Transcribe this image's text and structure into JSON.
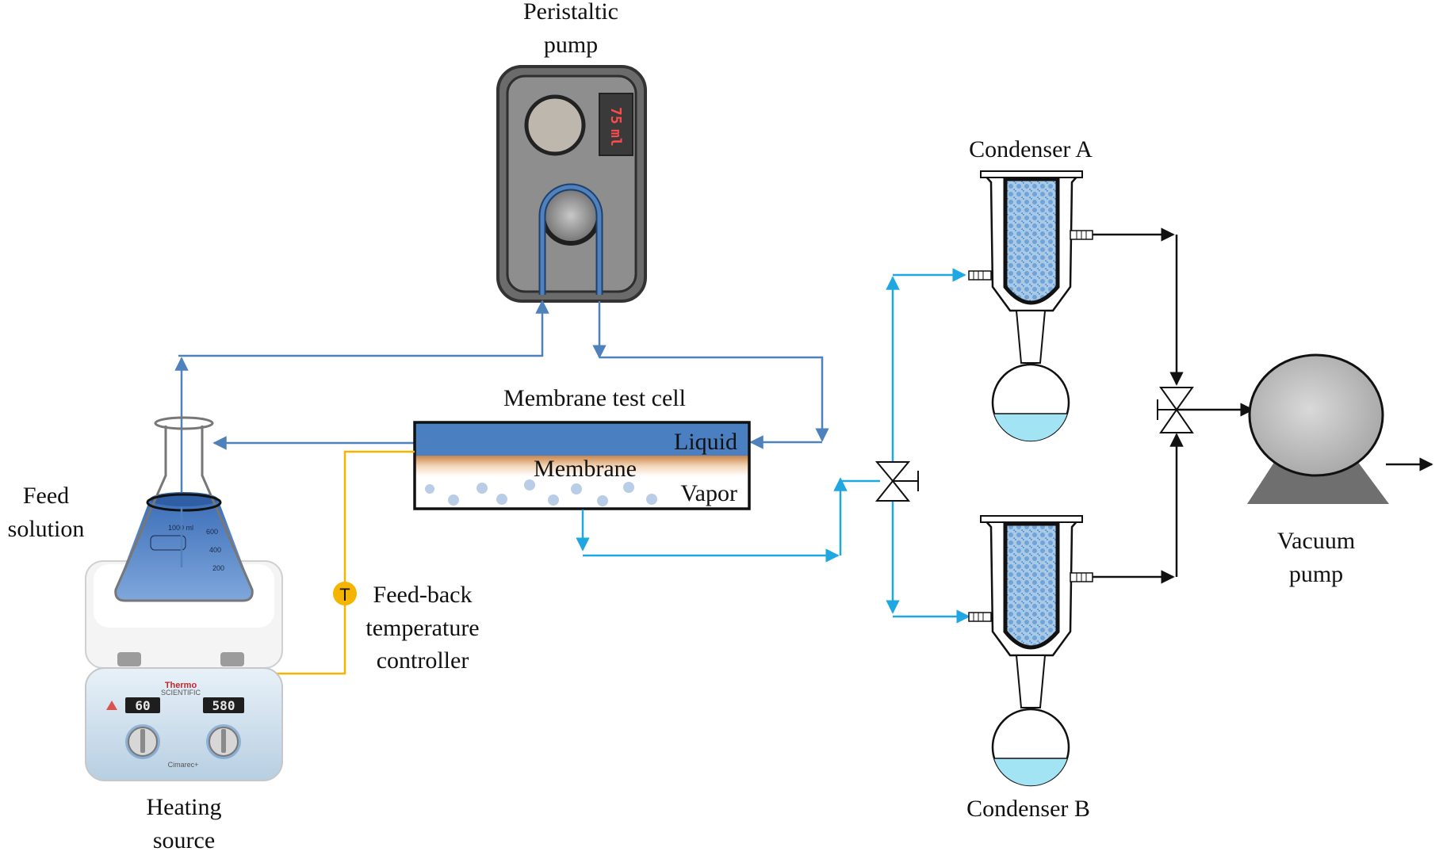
{
  "labels": {
    "peristaltic_pump": [
      "Peristaltic",
      "pump"
    ],
    "membrane_test_cell": "Membrane  test cell",
    "liquid": "Liquid",
    "membrane": "Membrane",
    "vapor": "Vapor",
    "feed_solution": [
      "Feed",
      "solution"
    ],
    "heating_source": [
      "Heating",
      "source"
    ],
    "temperature_controller": [
      "Feed-back",
      "temperature",
      "controller"
    ],
    "temperature_symbol": "T",
    "condenser_a": "Condenser  A",
    "condenser_b": "Condenser  B",
    "vacuum_pump": [
      "Vacuum",
      "pump"
    ]
  },
  "pump_display": {
    "value": "75",
    "unit": "ml"
  },
  "hotplate": {
    "brand": "Thermo",
    "brand_sub": "SCIENTIFIC",
    "temp_display": "60",
    "speed_display": "580",
    "model": "Cimarec+"
  },
  "flask_marks": {
    "volume": "1000 ml",
    "m600": "600",
    "m400": "400",
    "m200": "200"
  },
  "colors": {
    "liquid_line": "#4f81bd",
    "vapor_line": "#1ea7e1",
    "controller_line": "#f5b400",
    "vacuum_line": "#111111",
    "liquid_layer": "#4a7fc1",
    "pump_body": "#6b6b6b"
  }
}
